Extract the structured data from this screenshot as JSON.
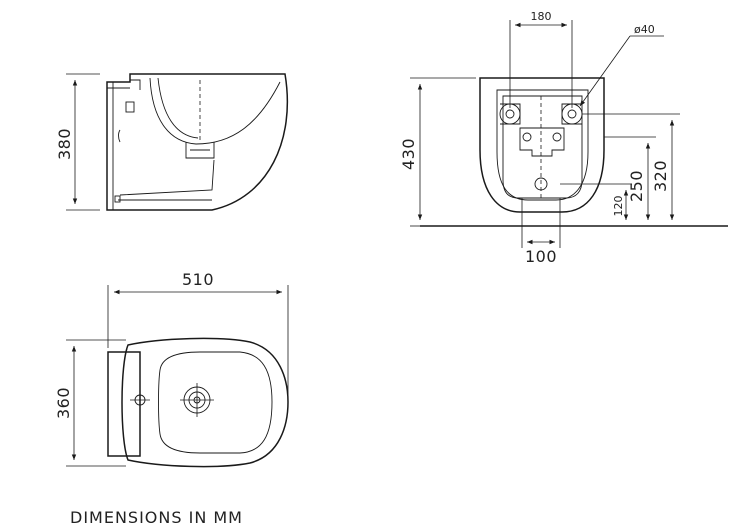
{
  "dimensions": {
    "side_height": "380",
    "front_width_top": "180",
    "hole_diameter": "ø40",
    "front_height": "430",
    "height_320": "320",
    "height_250": "250",
    "height_120": "120",
    "spacing_100": "100",
    "plan_length": "510",
    "plan_width": "360"
  },
  "footer": "DIMENSIONS IN MM"
}
